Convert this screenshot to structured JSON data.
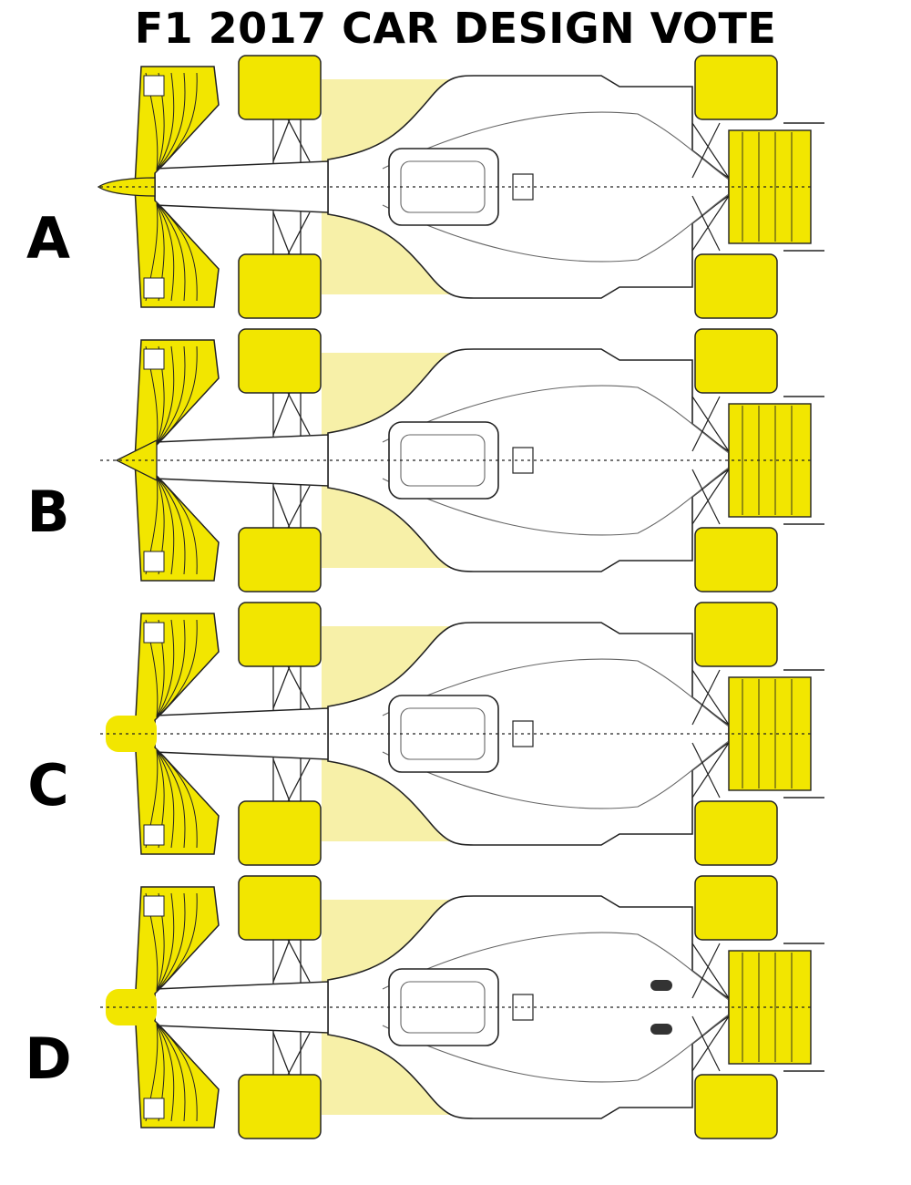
{
  "title": "F1 2017 CAR DESIGN VOTE",
  "designs": [
    {
      "label": "A",
      "nose": "long-tip"
    },
    {
      "label": "B",
      "nose": "pointed"
    },
    {
      "label": "C",
      "nose": "wide-round"
    },
    {
      "label": "D",
      "nose": "wide-round"
    }
  ],
  "colors": {
    "highlight": "#f2e600",
    "highlight_soft": "#f7f0a8",
    "outline": "#222222",
    "line": "#666666"
  }
}
